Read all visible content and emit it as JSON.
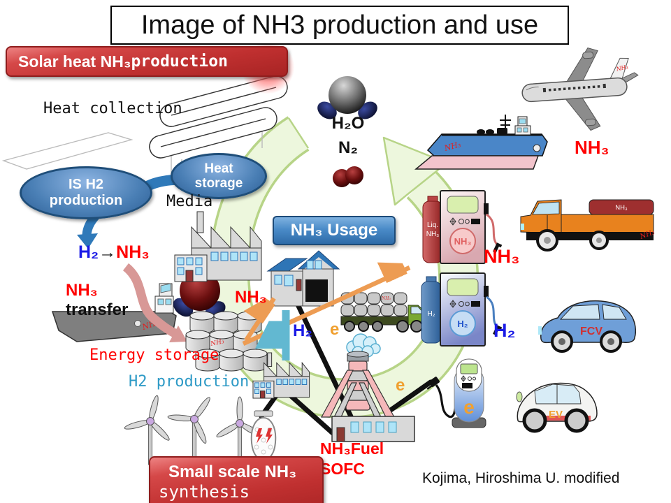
{
  "title": "Image of NH3 production and use",
  "attribution": "Kojima, Hiroshima U. modified",
  "banners": {
    "solar_part1": "Solar heat NH₃ ",
    "solar_part2": "production",
    "small_scale_line1": "Small scale NH₃",
    "small_scale_line2": "synthesis"
  },
  "production": {
    "heat_collection": "Heat collection",
    "is_h2_line1": "IS H2",
    "is_h2_line2": "production",
    "heat_storage_line1": "Heat",
    "heat_storage_line2": "storage",
    "media": "Media",
    "h2_to_nh3_h2": "H₂",
    "h2_to_nh3_arrow": "→",
    "h2_to_nh3_nh3": "NH₃",
    "nh3_transfer_line1": "NH₃",
    "nh3_transfer_line2": "transfer",
    "energy_storage": "Energy storage",
    "h2_production": "H2 production"
  },
  "cycle": {
    "h2o": "H₂O",
    "n2": "N₂",
    "nh3_usage": "NH₃ Usage",
    "nh3_from_storage": "NH₃",
    "h2_label": "H₂",
    "e_label_center": "e",
    "e_label_right": "e"
  },
  "usage": {
    "nh3_aircraft": "NH₃",
    "nh3_station_label": "NH₃",
    "h2_station_label": "H₂",
    "liq_nh3_line1": "Liq.",
    "liq_nh3_line2": "NH₃",
    "h2_cylinder": "H₂",
    "nh3_pump": "NH₃",
    "h2_pump": "H₂",
    "truck_tank": "NH₃",
    "fcv_label": "FCV",
    "ev_label": "EV",
    "charger_e": "e",
    "sofc_line1": "NH₃Fuel",
    "sofc_line2": "SOFC"
  },
  "scripts": {
    "nh3": "NH₃"
  },
  "colors": {
    "accent_red": "#ff0000",
    "accent_blue": "#1a1ae6",
    "light_blue_text": "#2e9ac6",
    "orange": "#f0a030",
    "banner_red": "#c03030",
    "box_blue": "#2e75b6",
    "band_green": "#edf7dd"
  }
}
